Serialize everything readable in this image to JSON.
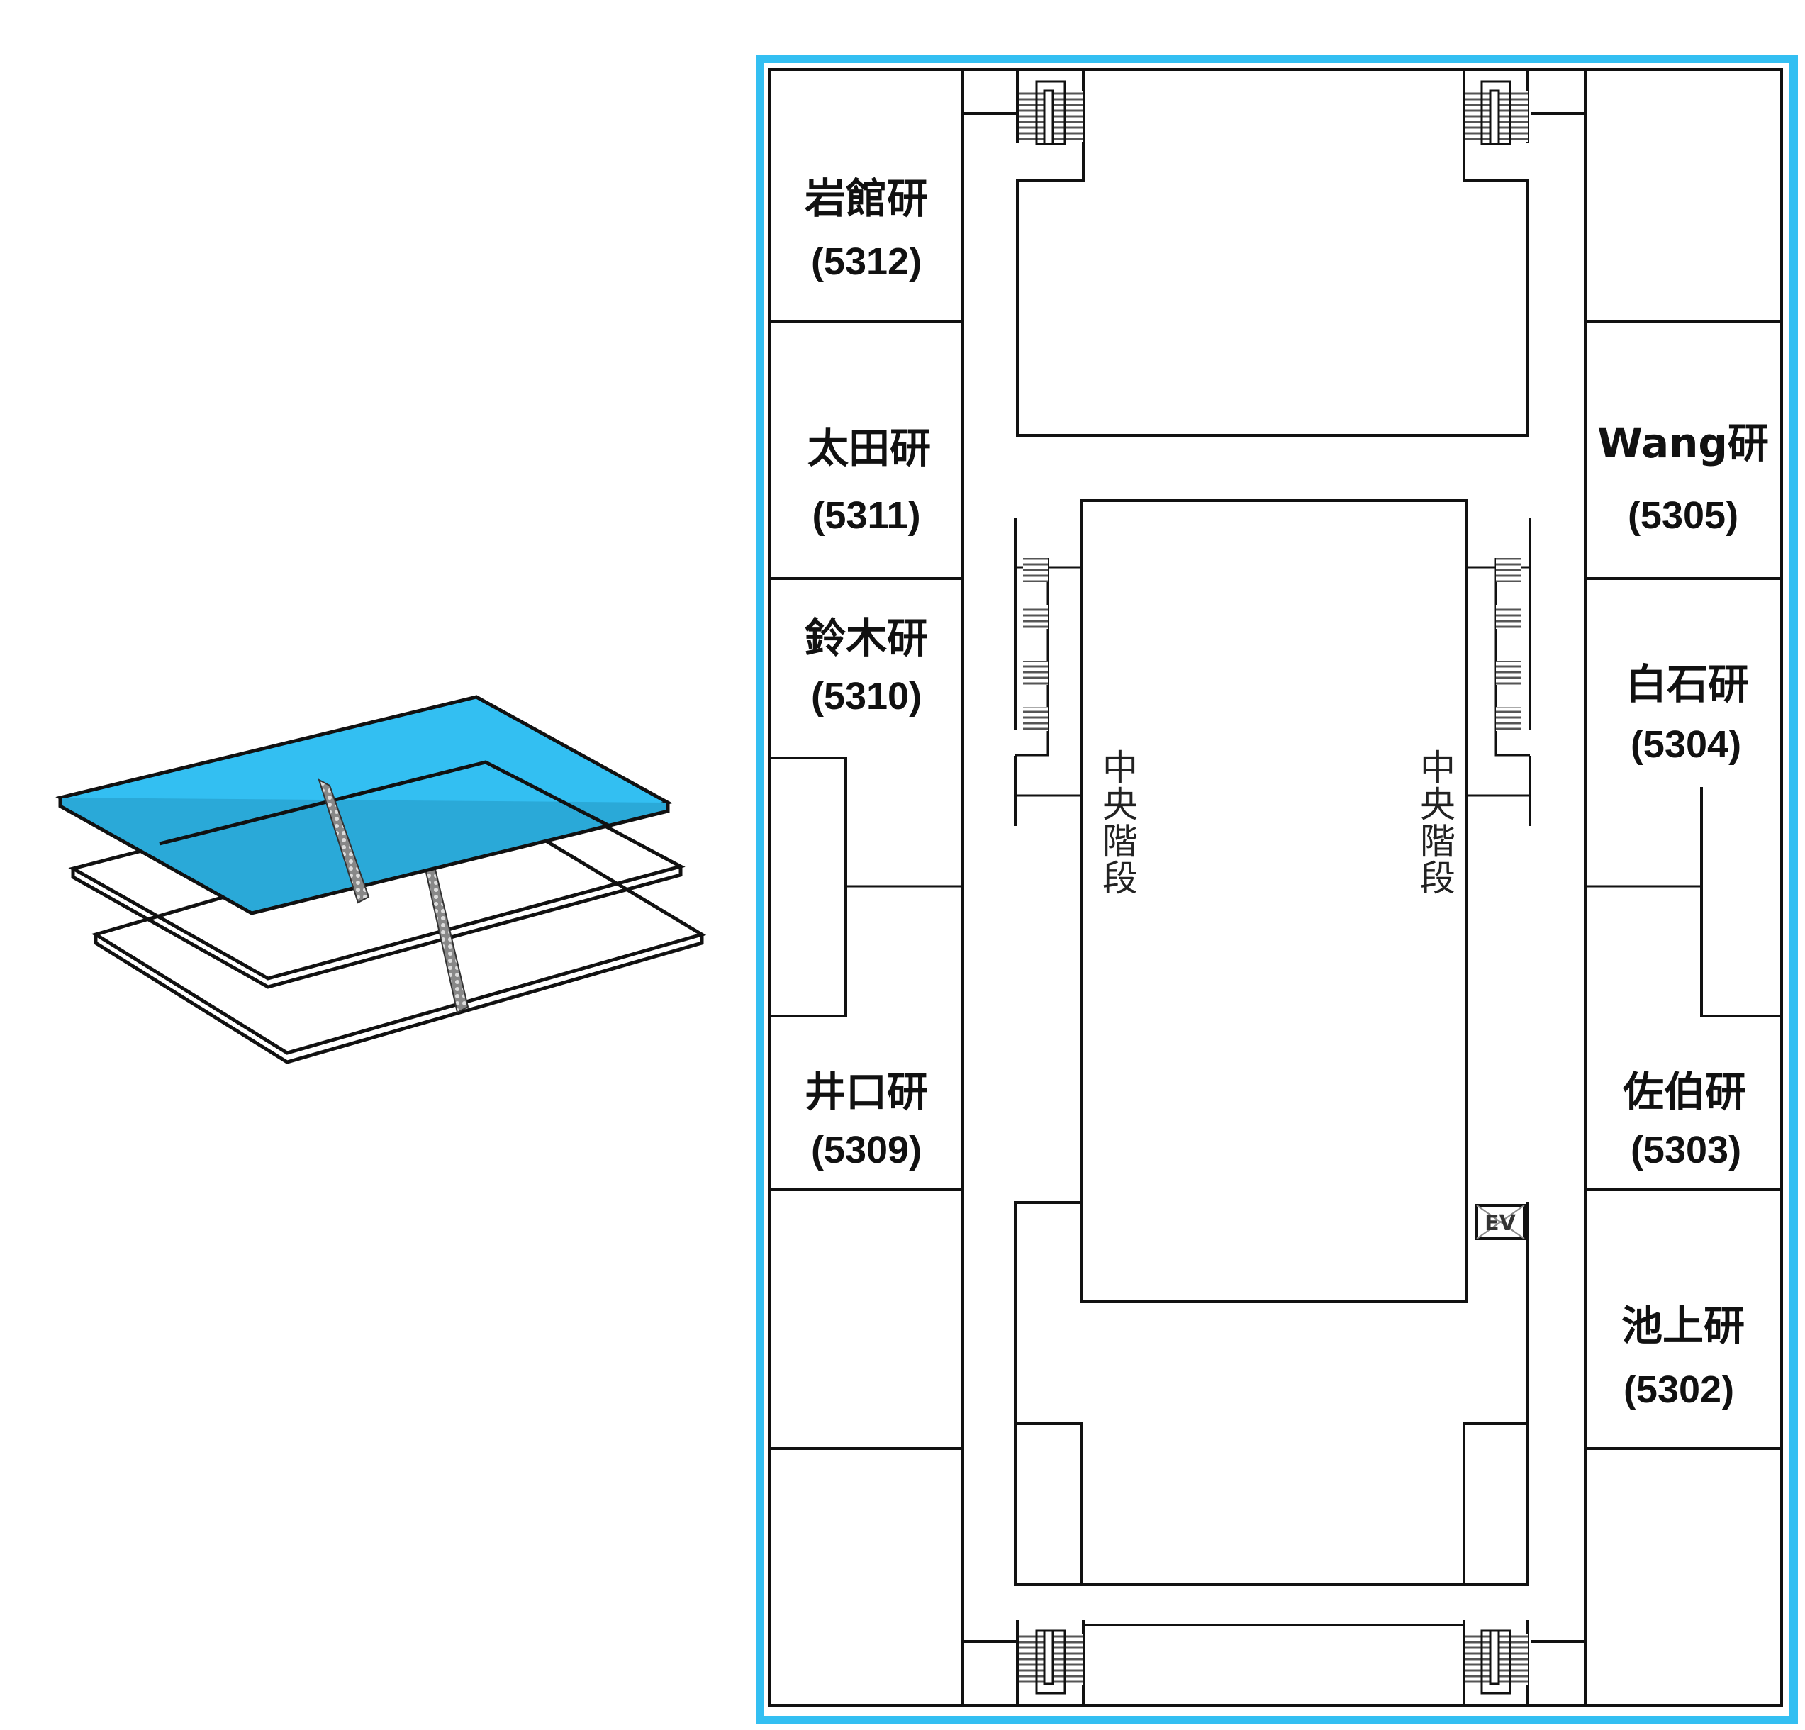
{
  "floor_map": {
    "highlight_color": "#33bff2",
    "floor_indicator": {
      "icon": "stacked-floors-icon",
      "layers": 3,
      "highlighted_layer": "top"
    },
    "rooms_left": [
      {
        "name": "岩館研",
        "number": "(5312)"
      },
      {
        "name": "太田研",
        "number": "(5311)"
      },
      {
        "name": "鈴木研",
        "number": "(5310)"
      },
      {
        "name": "井口研",
        "number": "(5309)"
      }
    ],
    "rooms_right": [
      {
        "name": "Wang研",
        "number": "(5305)"
      },
      {
        "name": "白石研",
        "number": "(5304)"
      },
      {
        "name": "佐伯研",
        "number": "(5303)"
      },
      {
        "name": "池上研",
        "number": "(5302)"
      }
    ],
    "central_stairs_left": [
      "中",
      "央",
      "階",
      "段"
    ],
    "central_stairs_right": [
      "中",
      "央",
      "階",
      "段"
    ],
    "elevator_label": "EV"
  }
}
